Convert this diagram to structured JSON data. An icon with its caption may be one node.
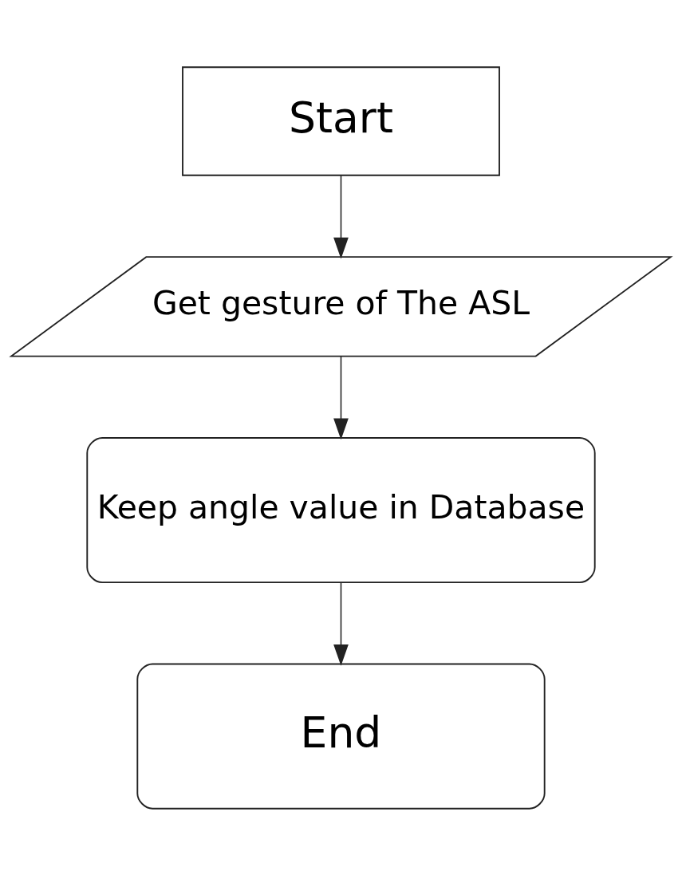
{
  "diagram": {
    "nodes": [
      {
        "text": [
          "Start"
        ]
      },
      {
        "text": [
          "Get gesture of The ASL"
        ]
      },
      {
        "text": [
          "Keep angle value in Database"
        ]
      },
      {
        "text": [
          "End"
        ]
      }
    ],
    "edges": [
      {
        "from": 0,
        "to": 1,
        "arrow": "to"
      },
      {
        "from": 1,
        "to": 2,
        "arrow": "to"
      },
      {
        "from": 2,
        "to": 3,
        "arrow": "to"
      }
    ]
  }
}
